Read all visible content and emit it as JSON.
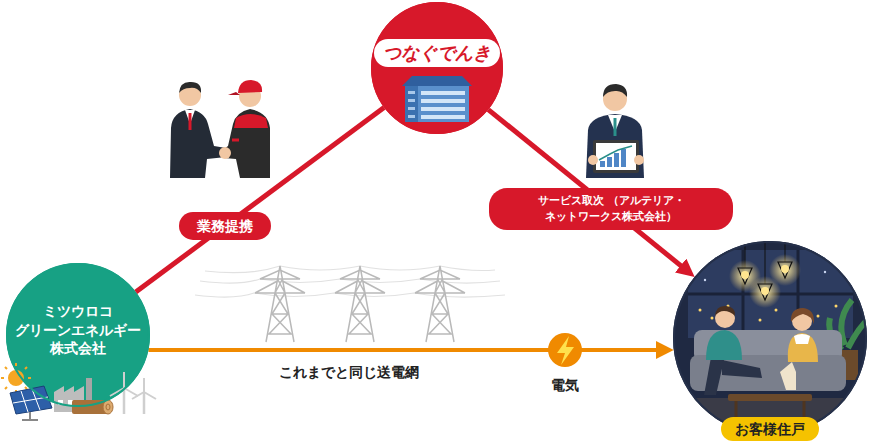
{
  "diagram": {
    "nodes": [
      {
        "text": [
          "つなぐでんき"
        ]
      },
      {
        "text": [
          "ミツウロコ グリーンエネルギー 株式会社"
        ]
      },
      {
        "text": [
          "お客様住戸"
        ]
      }
    ],
    "edges": [
      {
        "from": 1,
        "to": 0,
        "arrow": "none",
        "label": "業務提携"
      },
      {
        "from": 0,
        "to": 2,
        "arrow": "to",
        "label": "サービス取次 （アルテリア・ネットワークス株式会社）"
      },
      {
        "from": 1,
        "to": 2,
        "arrow": "to",
        "label": "これまでと同じ送電網"
      }
    ],
    "labels": [
      "電気"
    ]
  }
}
